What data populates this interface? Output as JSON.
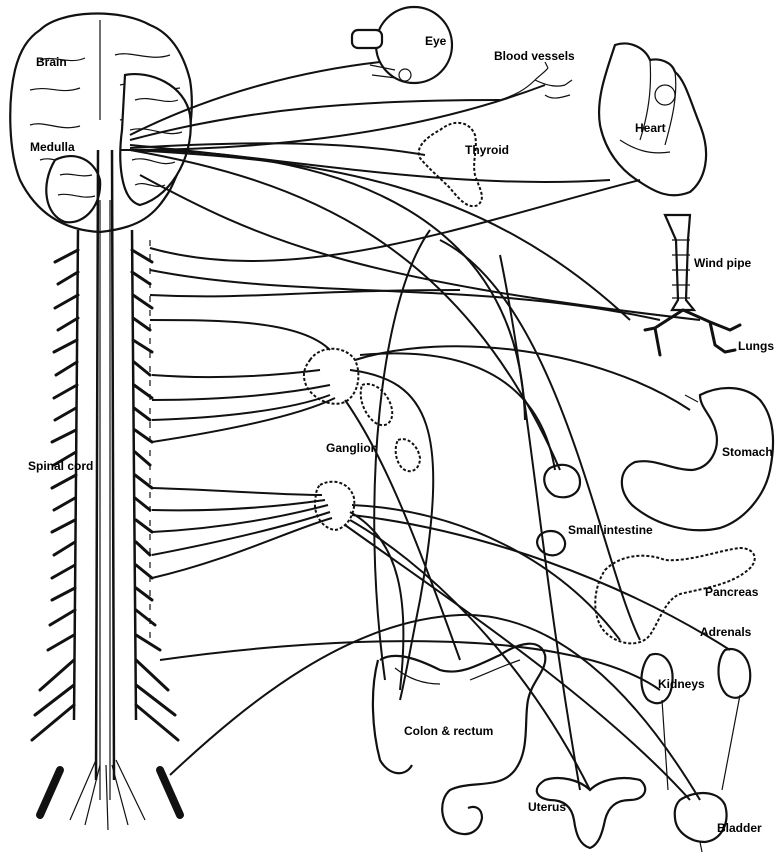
{
  "labels": {
    "brain": "Brain",
    "medulla": "Medulla",
    "spinal_cord": "Spinal cord",
    "eye": "Eye",
    "blood_vessels": "Blood vessels",
    "thyroid": "Thyroid",
    "heart": "Heart",
    "wind_pipe": "Wind pipe",
    "lungs": "Lungs",
    "stomach": "Stomach",
    "ganglion": "Ganglion",
    "small_intestine": "Small intestine",
    "pancreas": "Pancreas",
    "adrenals": "Adrenals",
    "kidneys": "Kidneys",
    "colon_rectum": "Colon & rectum",
    "uterus": "Uterus",
    "bladder": "Bladder"
  }
}
